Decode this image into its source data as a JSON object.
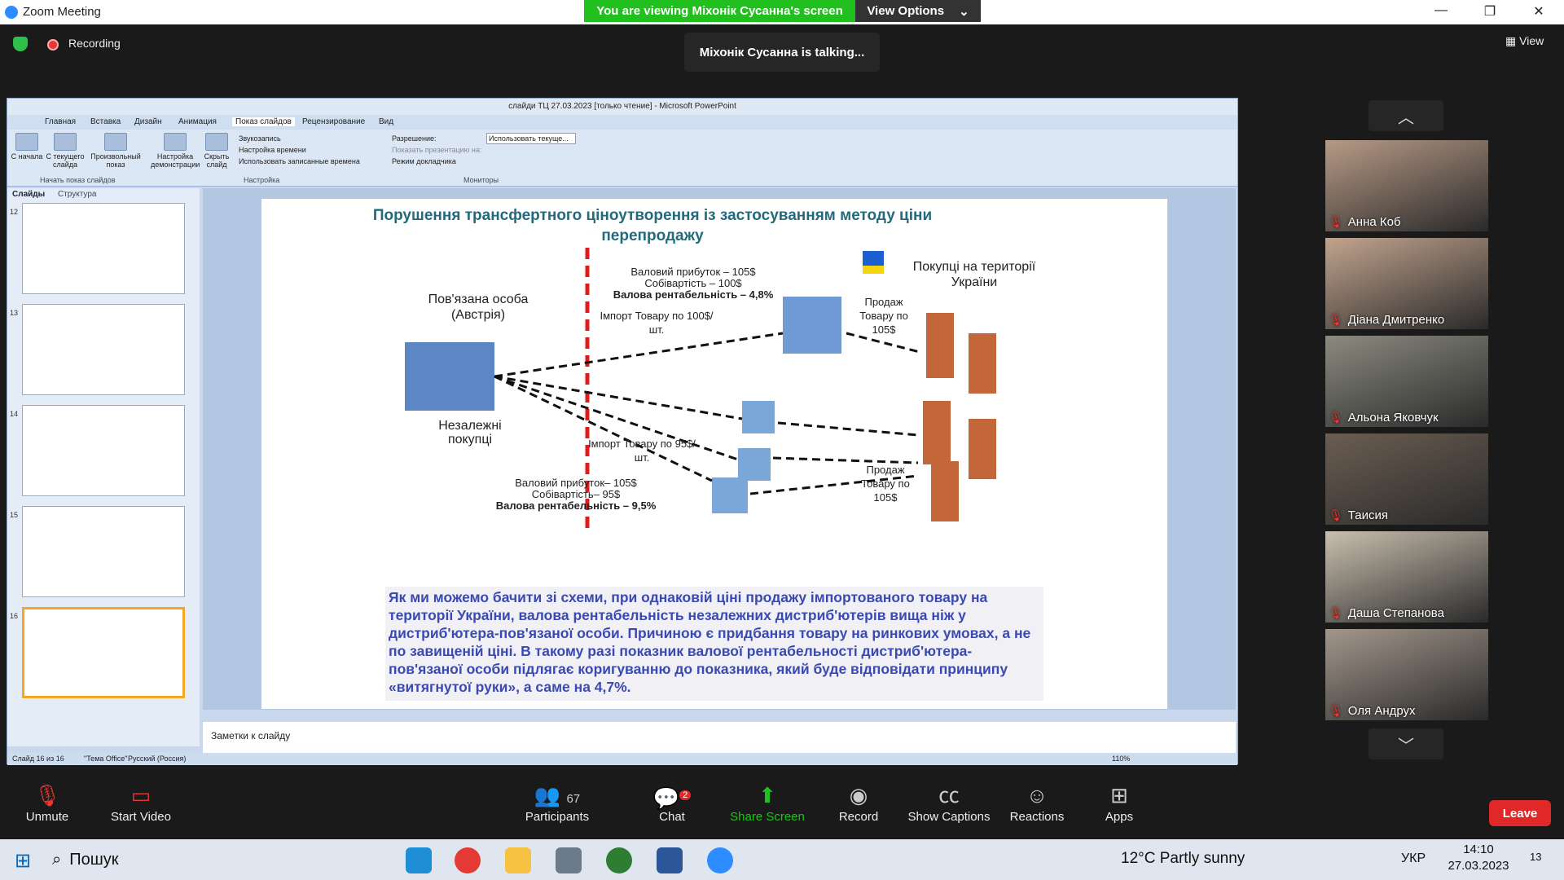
{
  "window": {
    "title": "Zoom Meeting",
    "minimize": "—",
    "maximize": "❐",
    "close": "✕"
  },
  "share_banner": {
    "viewing": "You are viewing Міхонік Сусанна's screen",
    "view_options": "View Options"
  },
  "recording": "Recording",
  "talking": "Міхонік Сусанна is talking...",
  "view_button": "View",
  "ppt": {
    "title": "слайди ТЦ 27.03.2023 [только чтение] - Microsoft PowerPoint",
    "tabs": [
      "Главная",
      "Вставка",
      "Дизайн",
      "Анимация",
      "Показ слайдов",
      "Рецензирование",
      "Вид"
    ],
    "ribbon": {
      "from_start": "С начала",
      "from_current": "С текущего слайда",
      "custom_show": "Произвольный показ",
      "group_start": "Начать показ слайдов",
      "setup_show": "Настройка демонстрации",
      "hide_slide": "Скрыть слайд",
      "record_narration": "Звукозапись",
      "rehearse": "Настройка времени",
      "use_timings": "Использовать записанные времена",
      "group_setup": "Настройка",
      "resolution_label": "Разрешение:",
      "resolution_value": "Использовать текуще...",
      "show_on": "Показать презентацию на:",
      "presenter_view": "Режим докладчика",
      "group_monitors": "Мониторы"
    },
    "panel_tabs": [
      "Слайды",
      "Структура"
    ],
    "thumb_numbers": [
      "12",
      "13",
      "14",
      "15",
      "16"
    ],
    "notes_placeholder": "Заметки к слайду",
    "status": {
      "slide": "Слайд 16 из 16",
      "theme": "\"Тема Office\"",
      "lang": "Русский (Россия)",
      "zoom": "110%"
    }
  },
  "slide": {
    "title": "Порушення трансфертного ціноутворення із застосуванням методу ціни перепродажу",
    "related_party": "Пов'язана особа (Австрія)",
    "buyers_ukraine": "Покупці на території України",
    "independent": "Незалежні покупці",
    "gross1": "Валовий прибуток – 105$",
    "cost1": "Собівартість – 100$",
    "margin1": "Валова рентабельність – 4,8%",
    "import1": "Імпорт Товару по 100$/ шт.",
    "sale1": "Продаж Товару по 105$",
    "import2": "Імпорт Товару по 95$/ шт.",
    "sale2": "Продаж Товару по 105$",
    "gross2": "Валовий прибуток– 105$",
    "cost2": "Собівартість– 95$",
    "margin2": "Валова рентабельність – 9,5%",
    "body": "Як ми можемо бачити зі схеми, при однаковій ціні продажу імпортованого товару на території України, валова рентабельність незалежних дистриб'ютерів вища ніж у дистриб'ютера-пов'язаної особи. Причиною є придбання товару на ринкових умовах, а не по завищеній ціні. В такому разі показник валової рентабельності дистриб'ютера-пов'язаної особи підлягає коригуванню до показника, який буде відповідати принципу «витягнутої руки», а саме на 4,7%."
  },
  "participants": [
    {
      "name": "Анна Коб",
      "color": "#b79a86"
    },
    {
      "name": "Діана Дмитренко",
      "color": "#c2a48e"
    },
    {
      "name": "Альона Яковчук",
      "color": "#8b8b80"
    },
    {
      "name": "Таисия",
      "color": "#6b5e52"
    },
    {
      "name": "Даша Степанова",
      "color": "#c9bfae"
    },
    {
      "name": "Оля Андрух",
      "color": "#a3978c"
    }
  ],
  "toolbar": {
    "unmute": "Unmute",
    "start_video": "Start Video",
    "participants": "Participants",
    "participants_count": "67",
    "chat": "Chat",
    "chat_badge": "2",
    "share_screen": "Share Screen",
    "record": "Record",
    "captions": "Show Captions",
    "reactions": "Reactions",
    "apps": "Apps",
    "leave": "Leave"
  },
  "taskbar": {
    "search": "Пошук",
    "weather": "12°C  Partly sunny",
    "lang": "УКР",
    "time": "14:10",
    "date": "27.03.2023",
    "notif_count": "13"
  }
}
